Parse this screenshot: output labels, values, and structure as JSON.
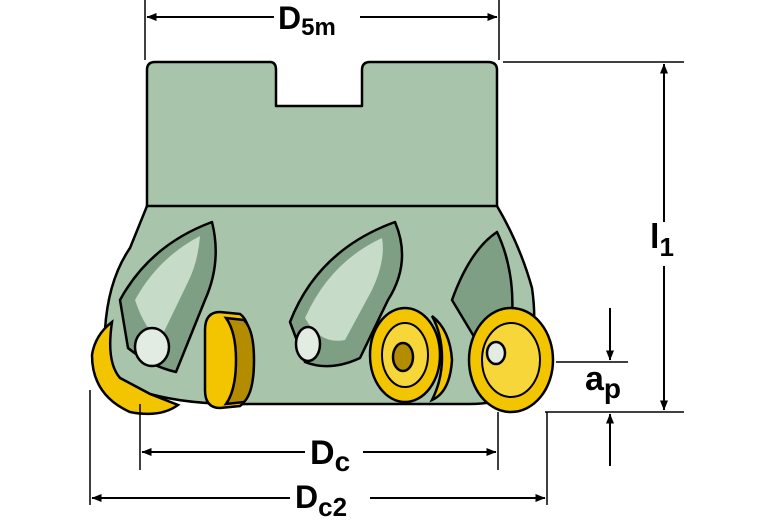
{
  "labels": {
    "d5m_main": "D",
    "d5m_sub": "5m",
    "l1_main": "l",
    "l1_sub": "1",
    "ap_main": "a",
    "ap_sub": "p",
    "dc_main": "D",
    "dc_sub": "c",
    "dc2_main": "D",
    "dc2_sub": "c2"
  },
  "colors": {
    "body": "#a8c4ab",
    "body_dark": "#7e9f84",
    "body_light": "#c6dbc8",
    "insert": "#f2c500",
    "insert_dark": "#b48c00",
    "line": "#000000"
  }
}
